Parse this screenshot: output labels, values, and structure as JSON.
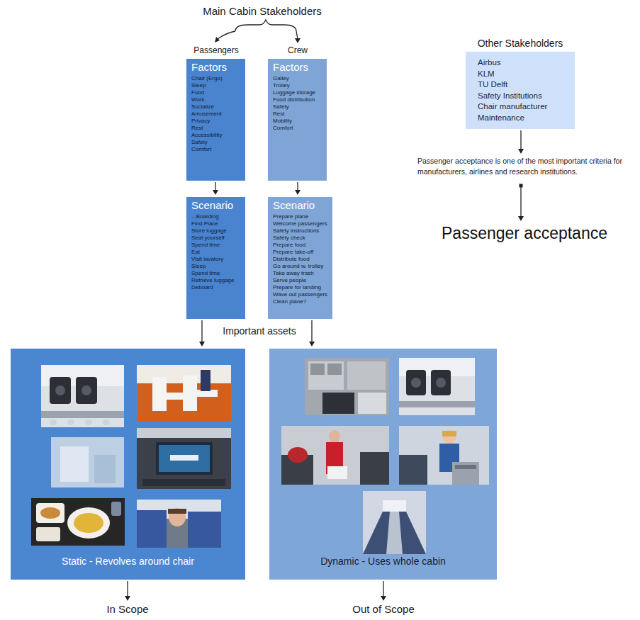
{
  "diagram": {
    "title": "Main Cabin Stakeholders",
    "nodes": [
      {
        "text": [
          "Factors",
          "Chair (Ergo)",
          "Sleep",
          "Food",
          "Work",
          "Socialize",
          "Amusement",
          "Privacy",
          "Rest",
          "Accessibility",
          "Safety",
          "Comfort"
        ]
      },
      {
        "text": [
          "Factors",
          "Galley",
          "Trolley",
          "Luggage storage",
          "Food distribution",
          "Safety",
          "Rest",
          "Mobility",
          "Comfort"
        ]
      },
      {
        "text": [
          "Other Stakeholders",
          "Airbus",
          "KLM",
          "TU Delft",
          "Safety Institutions",
          "Chair manufacturer",
          "Maintenance"
        ]
      },
      {
        "text": [
          "Passenger acceptance is one of the most important criteria for manufacturers, airlines and research institutions."
        ]
      },
      {
        "text": [
          "Passenger acceptance"
        ]
      },
      {
        "text": [
          "Scenario",
          "...Boarding",
          "Find Place",
          "Store luggage",
          "Seat yourself",
          "Spend time",
          "Eat",
          "Visit lavatory",
          "Sleep",
          "Spend time",
          "Retrieve luggage",
          "Deboard"
        ]
      },
      {
        "text": [
          "Scenario",
          "Prepare plane",
          "Welcome passengers",
          "Safety instructions",
          "Safety check",
          "Prepare food",
          "Prepare take-off",
          "Distribute food",
          "Go around w. trolley",
          "Take away trash",
          "Serve people",
          "Prepare for landing",
          "Wave out passengers",
          "Clean plane?"
        ]
      },
      {
        "text": [
          "Static - Revolves around chair"
        ]
      },
      {
        "text": [
          "Dynamic - Uses whole cabin"
        ]
      },
      {
        "text": [
          "In Scope"
        ]
      },
      {
        "text": [
          "Out of Scope"
        ]
      }
    ],
    "edges": [
      {
        "from": 0,
        "to": 5,
        "arrow": "to"
      },
      {
        "from": 1,
        "to": 6,
        "arrow": "to"
      },
      {
        "from": 5,
        "to": 7,
        "arrow": "to"
      },
      {
        "from": 6,
        "to": 8,
        "arrow": "to"
      },
      {
        "from": 7,
        "to": 9,
        "arrow": "to"
      },
      {
        "from": 8,
        "to": 10,
        "arrow": "to"
      },
      {
        "from": 2,
        "to": 3,
        "arrow": "to"
      },
      {
        "from": 3,
        "to": 4,
        "arrow": "to"
      }
    ],
    "labels": [
      "Passengers",
      "Crew",
      "Important assets"
    ]
  }
}
